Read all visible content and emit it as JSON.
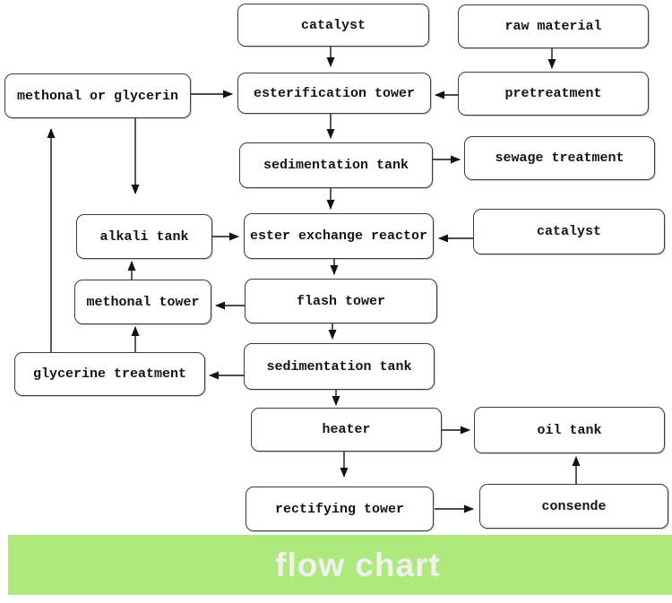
{
  "banner": {
    "label": "flow chart",
    "bg_color": "#aee97d",
    "text_color": "#f2eff1"
  },
  "diagram": {
    "box_border_color": "#3c3c3c",
    "arrow_color": "#121212",
    "background_color": "#ffffff"
  },
  "nodes": [
    {
      "id": "catalyst-top",
      "label": "catalyst"
    },
    {
      "id": "raw-material",
      "label": "raw material"
    },
    {
      "id": "methonal-or-glycerin",
      "label": "methonal or glycerin"
    },
    {
      "id": "esterification-tower",
      "label": "esterification tower"
    },
    {
      "id": "pretreatment",
      "label": "pretreatment"
    },
    {
      "id": "sedimentation-tank-1",
      "label": "sedimentation tank"
    },
    {
      "id": "sewage-treatment",
      "label": "sewage treatment"
    },
    {
      "id": "alkali-tank",
      "label": "alkali tank"
    },
    {
      "id": "ester-exchange-reactor",
      "label": "ester exchange reactor"
    },
    {
      "id": "catalyst-right",
      "label": "catalyst"
    },
    {
      "id": "methonal-tower",
      "label": "methonal tower"
    },
    {
      "id": "flash-tower",
      "label": "flash tower"
    },
    {
      "id": "glycerine-treatment",
      "label": "glycerine treatment"
    },
    {
      "id": "sedimentation-tank-2",
      "label": "sedimentation tank"
    },
    {
      "id": "heater",
      "label": "heater"
    },
    {
      "id": "oil-tank",
      "label": "oil tank"
    },
    {
      "id": "rectifying-tower",
      "label": "rectifying tower"
    },
    {
      "id": "consende",
      "label": "consende"
    }
  ],
  "edges": [
    {
      "from": "catalyst (top)",
      "to": "esterification tower"
    },
    {
      "from": "raw material",
      "to": "pretreatment"
    },
    {
      "from": "methonal or glycerin",
      "to": "esterification tower"
    },
    {
      "from": "pretreatment",
      "to": "esterification tower"
    },
    {
      "from": "esterification tower",
      "to": "sedimentation tank"
    },
    {
      "from": "sedimentation tank",
      "to": "sewage treatment"
    },
    {
      "from": "sedimentation tank",
      "to": "ester exchange reactor"
    },
    {
      "from": "methonal or glycerin",
      "to": "alkali tank"
    },
    {
      "from": "alkali tank",
      "to": "ester exchange reactor"
    },
    {
      "from": "catalyst (right)",
      "to": "ester exchange reactor"
    },
    {
      "from": "ester exchange reactor",
      "to": "flash tower"
    },
    {
      "from": "flash tower",
      "to": "methonal tower"
    },
    {
      "from": "methonal tower",
      "to": "alkali tank"
    },
    {
      "from": "flash tower",
      "to": "sedimentation tank (2)"
    },
    {
      "from": "sedimentation tank (2)",
      "to": "glycerine treatment"
    },
    {
      "from": "glycerine treatment",
      "to": "methonal tower"
    },
    {
      "from": "glycerine treatment",
      "to": "methonal or glycerin"
    },
    {
      "from": "sedimentation tank (2)",
      "to": "heater"
    },
    {
      "from": "heater",
      "to": "oil tank"
    },
    {
      "from": "heater",
      "to": "rectifying tower"
    },
    {
      "from": "rectifying tower",
      "to": "consende"
    },
    {
      "from": "consende",
      "to": "oil tank"
    }
  ]
}
